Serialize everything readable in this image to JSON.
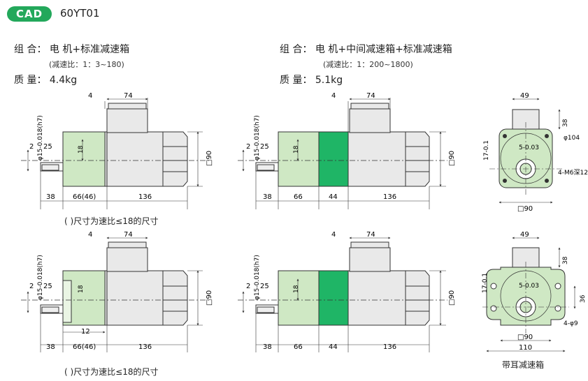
{
  "header": {
    "badge": "CAD",
    "model": "60YT01"
  },
  "left_spec": {
    "combo": "组 合： 电 机+标准减速箱",
    "ratio": "(减速比：1：3~180)",
    "mass": "质 量： 4.4kg"
  },
  "right_spec": {
    "combo": "组 合： 电 机+中间减速箱+标准减速箱",
    "ratio": "(减速比：1：200~1800)",
    "mass": "质 量： 5.1kg"
  },
  "notes": {
    "ratio_note_top": "( )尺寸为速比≤18的尺寸",
    "ratio_note_bottom": "( )尺寸为速比≤18的尺寸",
    "ear_caption": "带耳减速箱"
  },
  "dims": {
    "d4": "4",
    "d74": "74",
    "d2": "2",
    "d25": "25",
    "d18": "18",
    "shaft": "φ15-0.018(h7)",
    "d38": "38",
    "d66_46": "66(46)",
    "d66": "66",
    "d44": "44",
    "d136": "136",
    "sq90": "□90",
    "d12": "12",
    "d49": "49",
    "d38v": "38",
    "d104": "φ104",
    "m6": "4-M6深12",
    "d17": "17-0.1",
    "key5": "5-0.03",
    "d36": "36",
    "d9": "4-φ9",
    "d110": "110"
  },
  "colors": {
    "gear": "#cfe8c4",
    "mid": "#1fb566",
    "motor": "#e9e9e9",
    "line": "#333333",
    "hatch": "#7aa86a"
  }
}
